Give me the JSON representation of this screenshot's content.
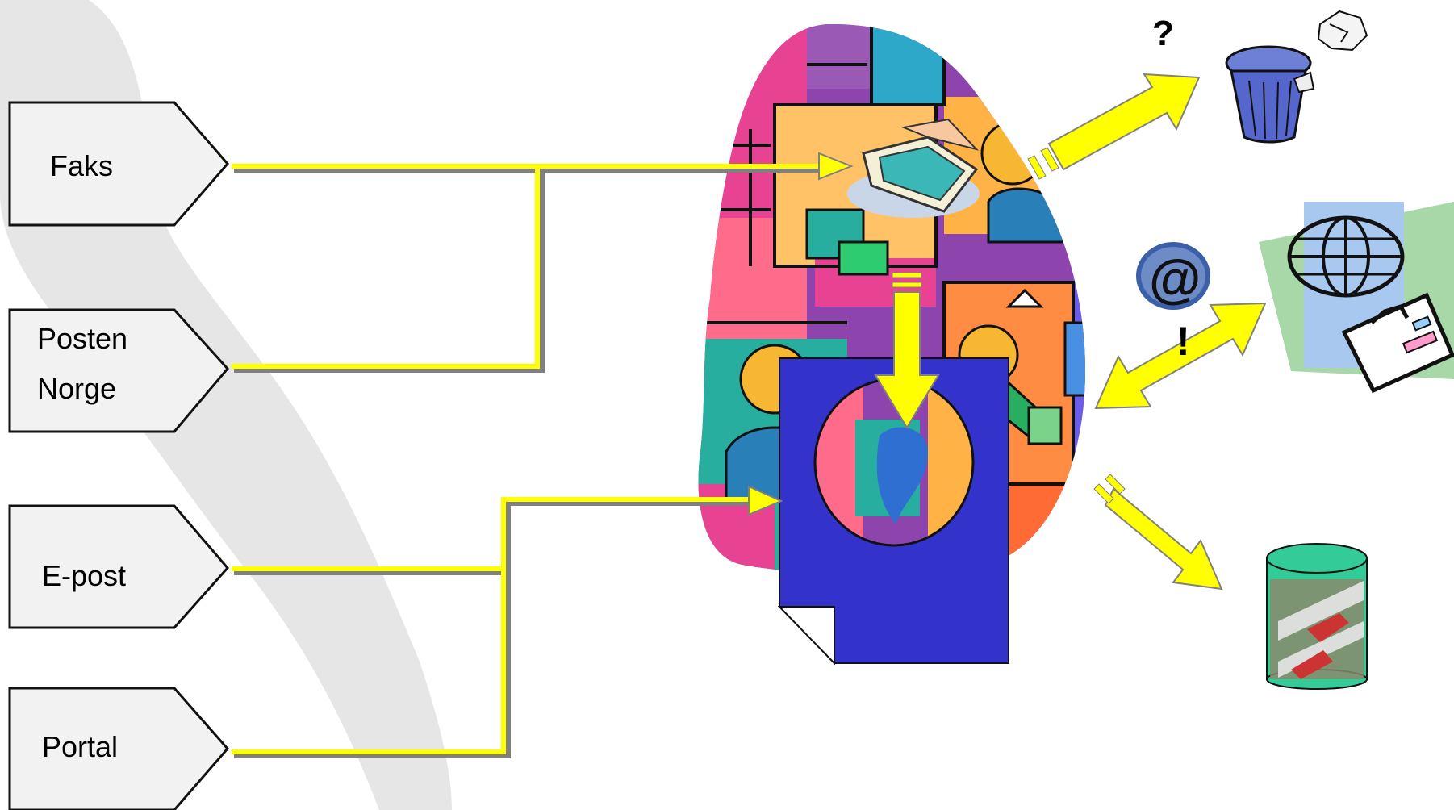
{
  "sources": [
    {
      "id": "faks",
      "lines": [
        "Faks"
      ]
    },
    {
      "id": "posten-norge",
      "lines": [
        "Posten",
        "Norge"
      ]
    },
    {
      "id": "e-post",
      "lines": [
        "E-post"
      ]
    },
    {
      "id": "portal",
      "lines": [
        "Portal"
      ]
    }
  ],
  "glyphs": {
    "question": "?",
    "at": "@",
    "exclamation": "!"
  },
  "icons": {
    "scanner": "scanner-icon",
    "document": "document-icon",
    "globe": "globe-icon",
    "trash": "trash-can-icon",
    "paper": "crumpled-paper-icon",
    "web": "web-globe-icon",
    "briefcase": "briefcase-icon",
    "database": "database-icon"
  },
  "colors": {
    "connector": "#ffff00",
    "connector_shadow": "#808080",
    "document": "#3333cc",
    "database": "#33cc99"
  }
}
